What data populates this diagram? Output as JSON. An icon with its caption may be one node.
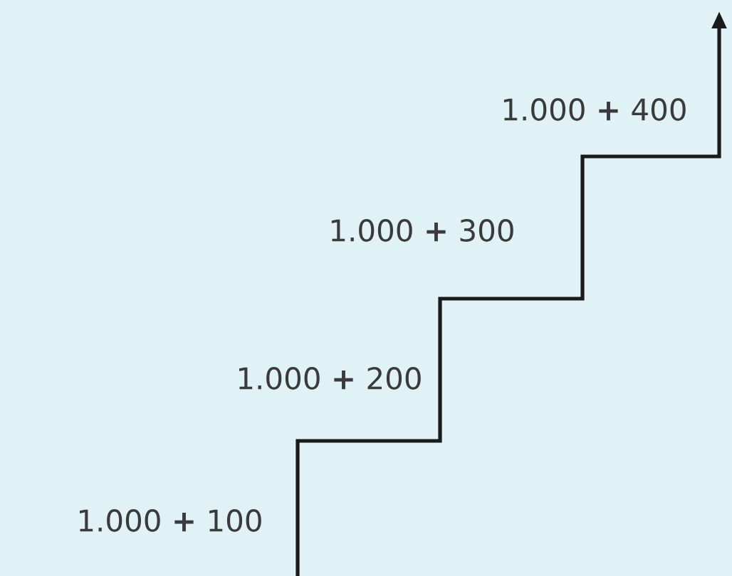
{
  "diagram": {
    "labels": [
      "1.000 **+** 400",
      "1.000 **+** 300",
      "1.000 **+** 200",
      "1.000 **+** 100"
    ]
  }
}
